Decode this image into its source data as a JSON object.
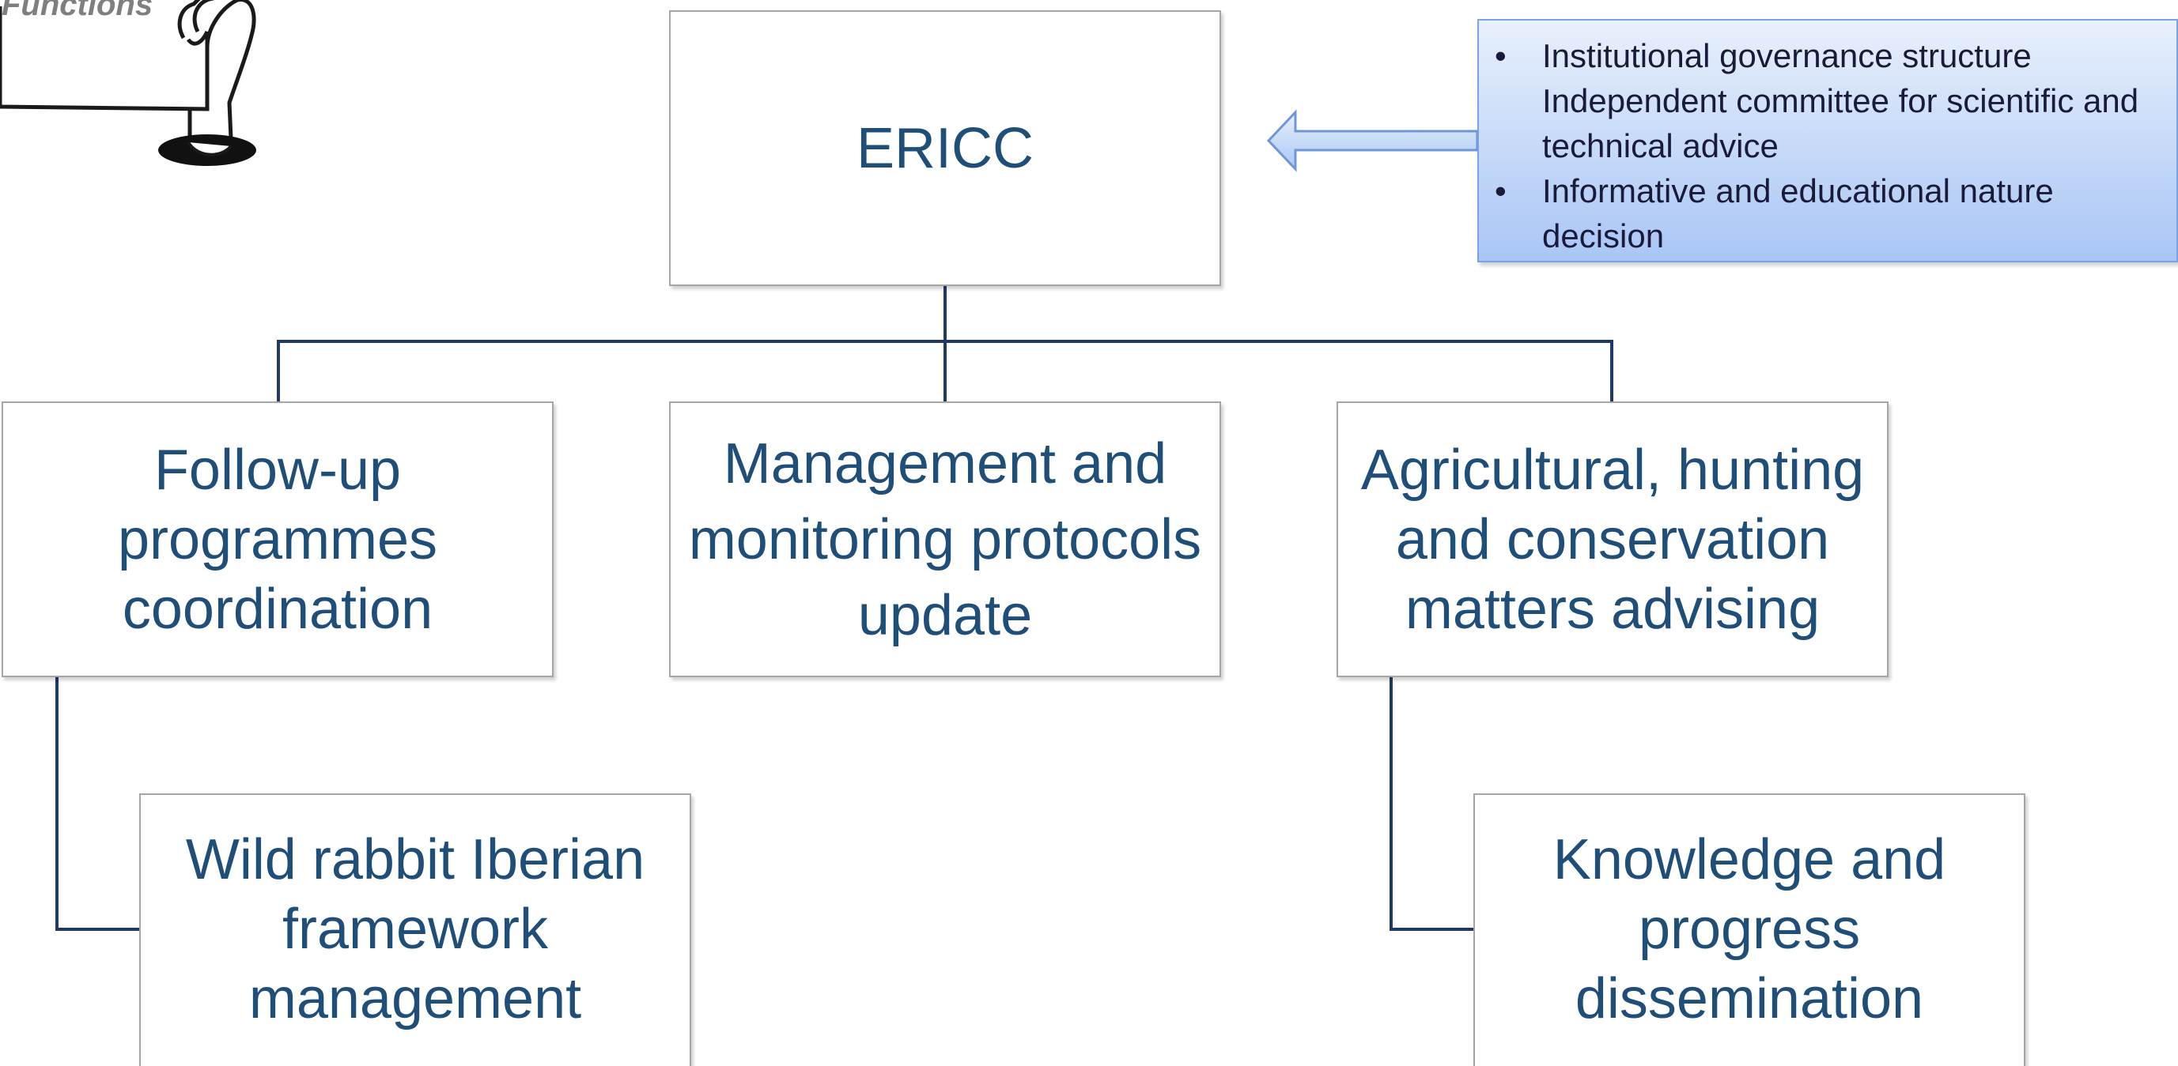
{
  "corner_sign": {
    "text": "Functions"
  },
  "org_chart": {
    "root": {
      "label": "ERICC"
    },
    "level1": [
      {
        "label": "Follow-up programmes coordination"
      },
      {
        "label": "Management and monitoring protocols update"
      },
      {
        "label": "Agricultural, hunting and conservation matters advising"
      }
    ],
    "level2": [
      {
        "label": "Wild rabbit Iberian framework management",
        "parent": "Follow-up programmes coordination"
      },
      {
        "label": "Knowledge and progress dissemination",
        "parent": "Agricultural, hunting and conservation matters advising"
      }
    ]
  },
  "callout": {
    "items": [
      {
        "bullet": "•",
        "text": "Institutional governance structure Independent committee for scientific and technical advice"
      },
      {
        "bullet": "•",
        "text": "Informative and educational nature decision"
      }
    ]
  },
  "colors": {
    "box_text": "#1f4e79",
    "connector": "#1f3b63",
    "box_border": "#a6a6a6",
    "callout_fill_top": "#e8f0fc",
    "callout_fill_bottom": "#a9c6f5",
    "callout_border": "#7aa3e5"
  }
}
